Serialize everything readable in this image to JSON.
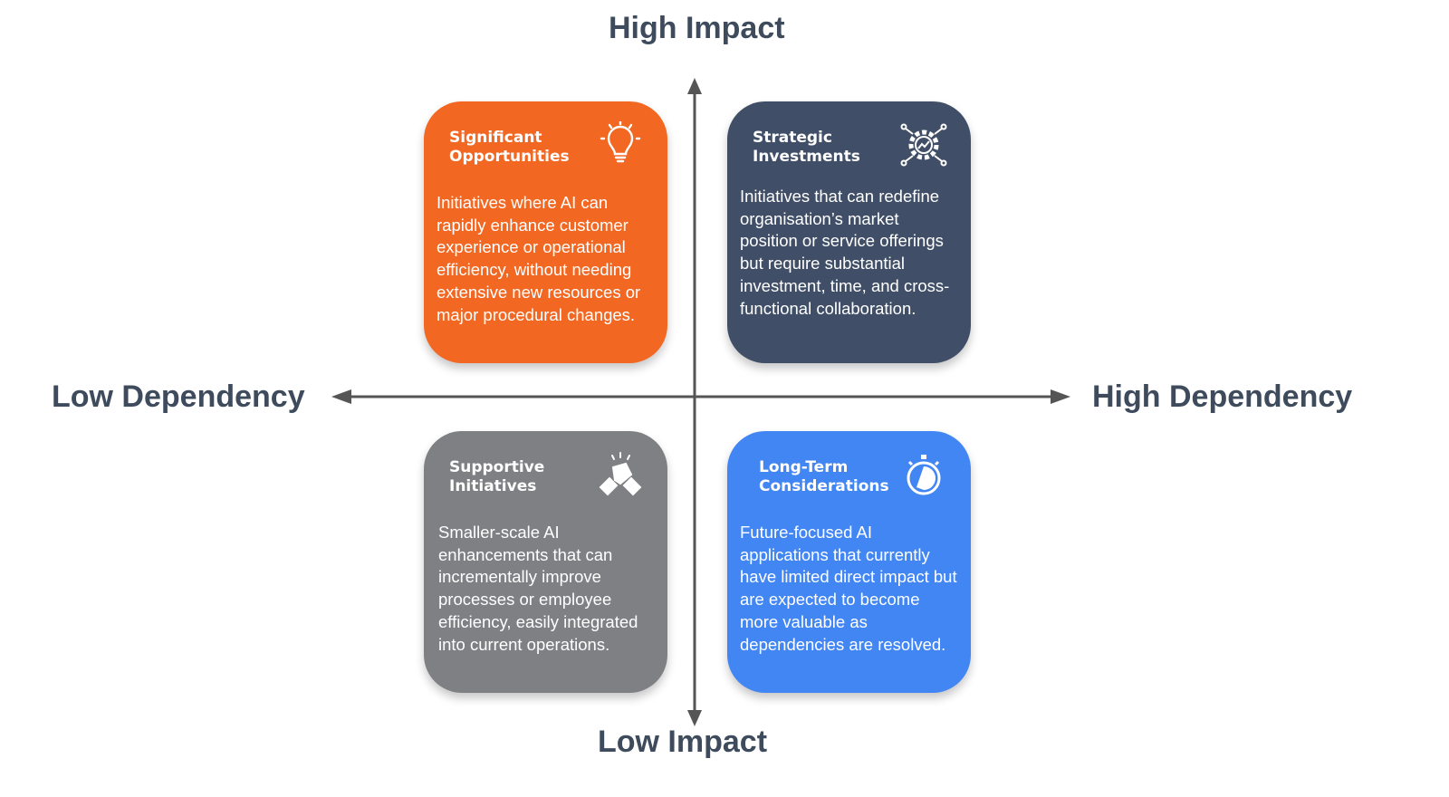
{
  "axes": {
    "top": "High Impact",
    "bottom": "Low Impact",
    "left": "Low Dependency",
    "right": "High Dependency"
  },
  "quadrants": [
    {
      "title": "Significant Opportunities",
      "icon": "lightbulb-icon",
      "color": "#F26722",
      "description": "Initiatives where AI can rapidly enhance customer experience or operational efficiency, without needing extensive new resources or major procedural changes."
    },
    {
      "title": "Strategic Investments",
      "icon": "gear-chart-icon",
      "color": "#404F67",
      "description": "Initiatives that can redefine organisation’s market position or service offerings but require substantial investment, time, and cross-functional collaboration."
    },
    {
      "title": "Supportive Initiatives",
      "icon": "handshake-icon",
      "color": "#7F8084",
      "description": "Smaller-scale AI enhancements that can incrementally improve processes or employee efficiency, easily integrated into current operations."
    },
    {
      "title": "Long-Term Considerations",
      "icon": "stopwatch-icon",
      "color": "#4286F4",
      "description": "Future-focused AI applications that currently have limited direct impact but are expected to become more valuable as dependencies are resolved."
    }
  ]
}
